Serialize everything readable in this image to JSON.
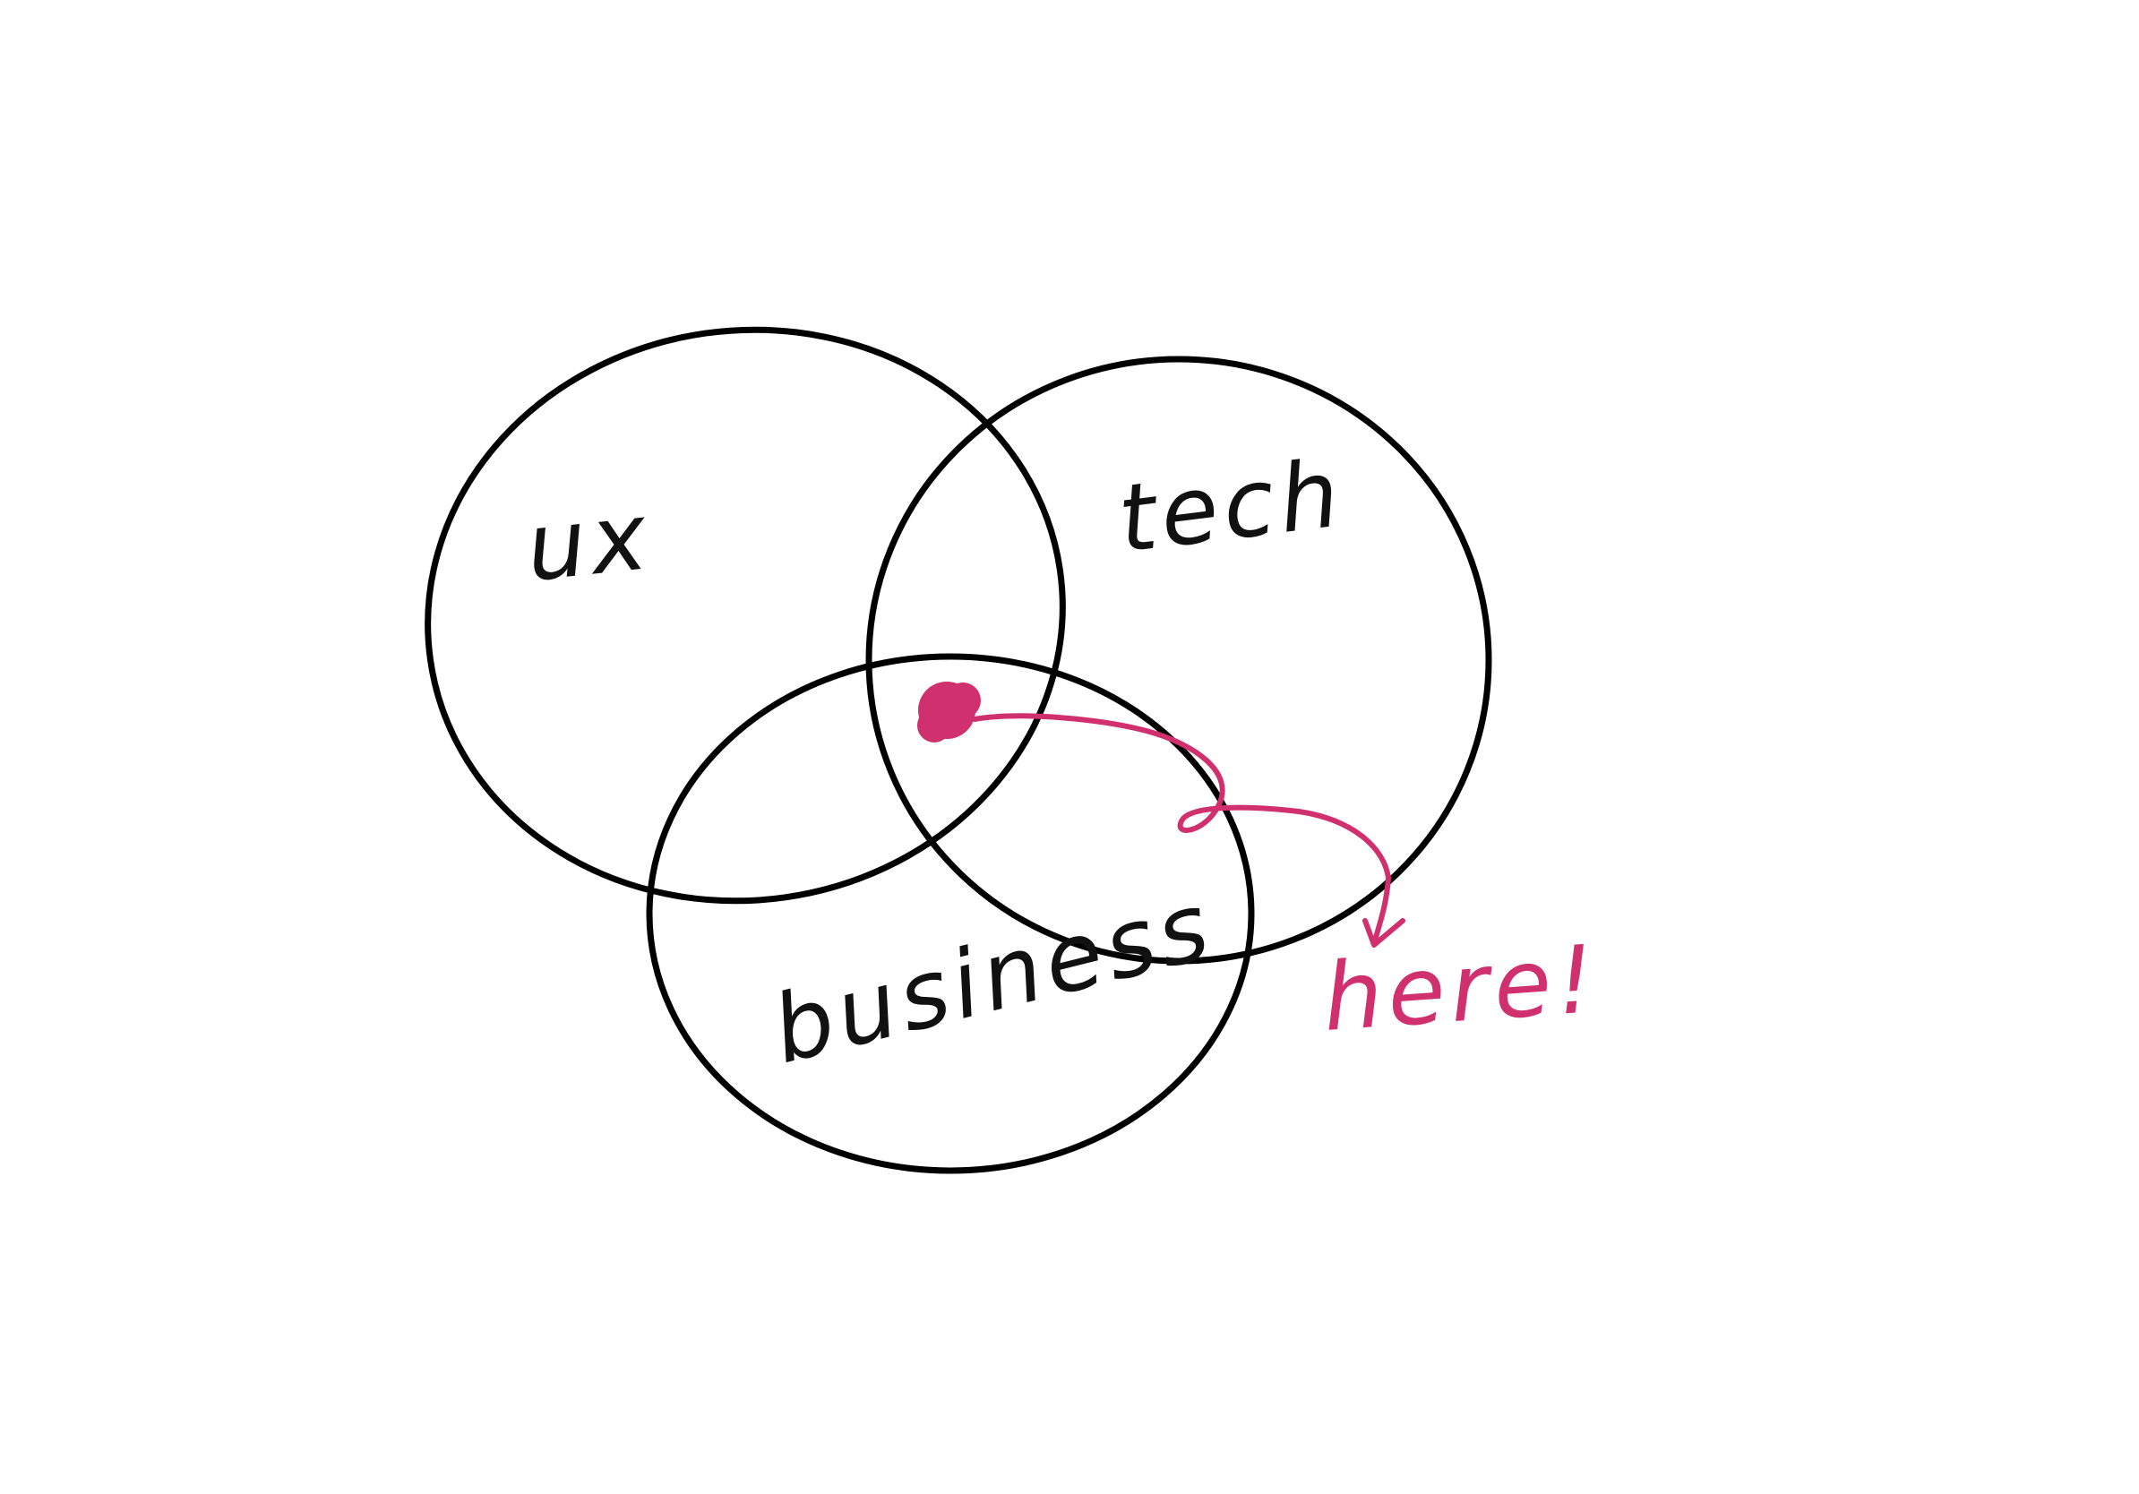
{
  "labels": {
    "ux": "ux",
    "tech": "tech",
    "business": "business",
    "here": "here!"
  },
  "colors": {
    "stroke": "#000000",
    "accent": "#d1306f",
    "background": "#ffffff"
  }
}
